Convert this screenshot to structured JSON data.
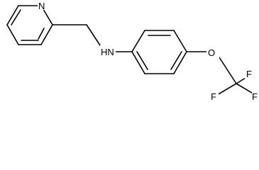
{
  "molecule": {
    "atom_labels": {
      "pyridine_n": "N",
      "amine": "HN",
      "ether_o": "O",
      "fluorine_top": "F",
      "fluorine_right": "F",
      "fluorine_left": "F"
    },
    "colors": {
      "bond": "#000000",
      "label": "#000000",
      "background": "#ffffff"
    }
  }
}
